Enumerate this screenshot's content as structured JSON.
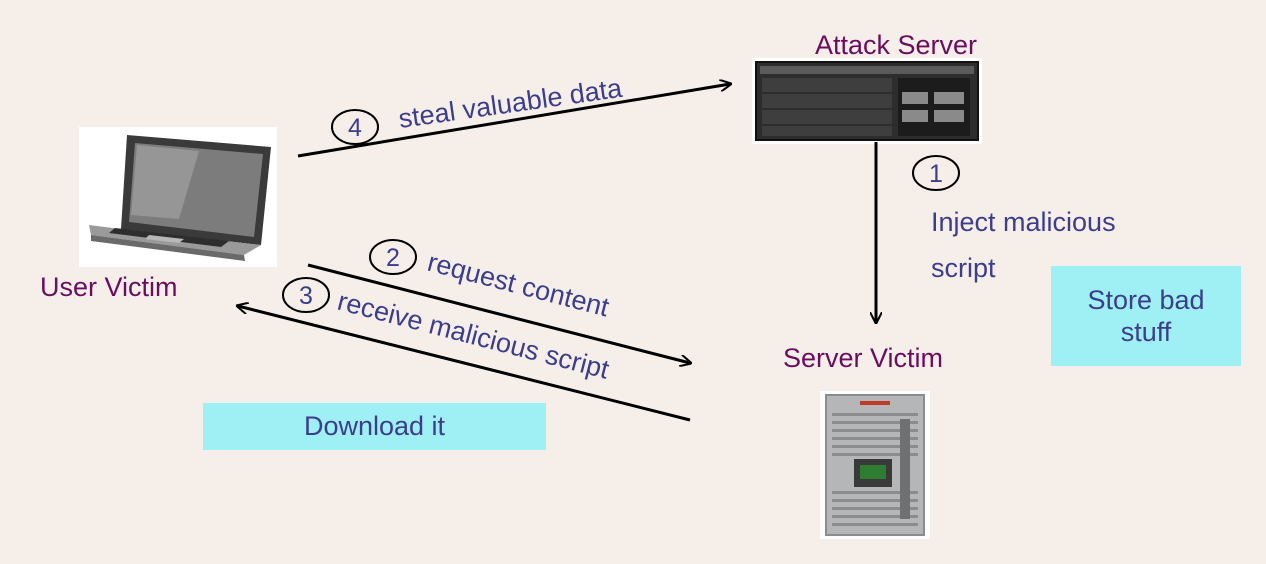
{
  "labels": {
    "attack_server": "Attack Server",
    "user_victim": "User Victim",
    "server_victim": "Server Victim"
  },
  "steps": [
    {
      "num": "1",
      "text_line1": "Inject malicious",
      "text_line2": "script"
    },
    {
      "num": "2",
      "text": "request content"
    },
    {
      "num": "3",
      "text": "receive malicious script"
    },
    {
      "num": "4",
      "text": "steal valuable data"
    }
  ],
  "boxes": {
    "store_line1": "Store bad",
    "store_line2": "stuff",
    "download": "Download it"
  },
  "colors": {
    "background": "#f6efe9",
    "label_purple": "#6a0d5e",
    "text_blue": "#3c3d8c",
    "box_cyan": "#9ff0f4"
  },
  "icons": [
    "laptop-icon",
    "rack-server-icon",
    "tower-server-icon"
  ]
}
